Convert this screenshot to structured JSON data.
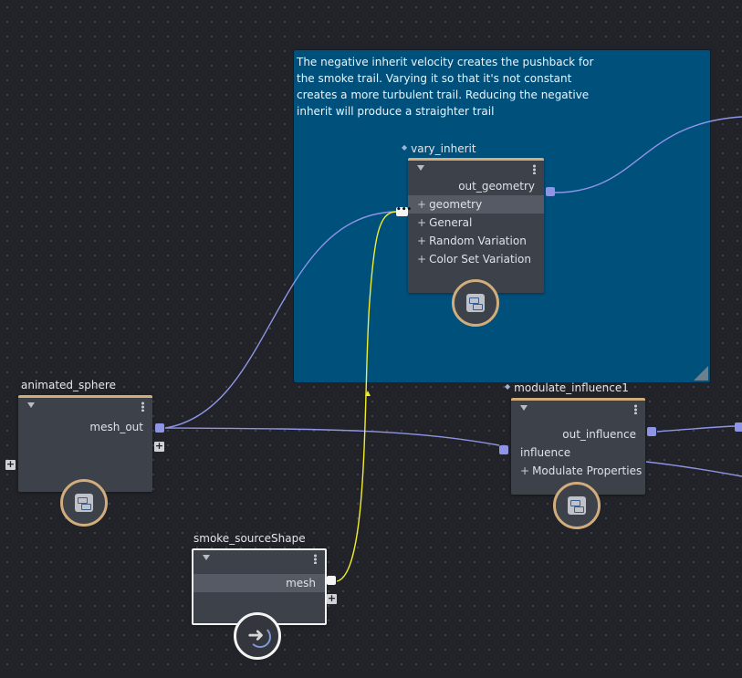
{
  "backdrop": {
    "note_lines": [
      "The negative inherit velocity creates the pushback for",
      "the smoke trail.  Varying it so that it's not constant",
      "creates a more turbulent trail.  Reducing the negative",
      "inherit will produce a straighter trail"
    ]
  },
  "nodes": {
    "vary_inherit": {
      "title": "vary_inherit",
      "output": "out_geometry",
      "inputs": [
        "geometry",
        "General",
        "Random Variation",
        "Color Set Variation"
      ]
    },
    "animated_sphere": {
      "title": "animated_sphere",
      "output": "mesh_out"
    },
    "modulate_influence": {
      "title": "modulate_influence1",
      "output": "out_influence",
      "input": "influence",
      "group": "Modulate Properties"
    },
    "smoke_source": {
      "title": "smoke_sourceShape",
      "output": "mesh"
    }
  },
  "icons": {
    "plus": "+",
    "multi_port": "•••",
    "arrow": "➜",
    "graph_icon": "graph-icon",
    "shape_icon": "shape-arrow-icon"
  },
  "colors": {
    "canvas": "#212328",
    "backdrop": "#00507c",
    "node_accent": "#d2ad7c",
    "wire_blue": "#8f95e6",
    "wire_yellow": "#f2ee2a",
    "port_blue": "#8f95e6"
  }
}
